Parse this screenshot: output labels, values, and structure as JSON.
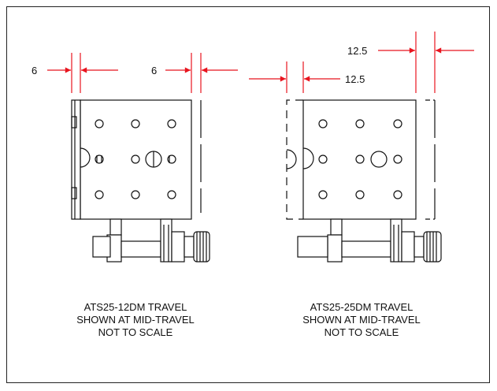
{
  "dimensions": {
    "left_stage_left_gap": "6",
    "left_stage_right_gap": "6",
    "right_stage_top": "12.5",
    "right_stage_bottom": "12.5"
  },
  "captions": {
    "left": [
      "ATS25-12DM TRAVEL",
      "SHOWN AT MID-TRAVEL",
      "NOT TO SCALE"
    ],
    "right": [
      "ATS25-25DM TRAVEL",
      "SHOWN AT MID-TRAVEL",
      "NOT TO SCALE"
    ]
  },
  "colors": {
    "dimension_line": "#e8141e",
    "outline": "#111111"
  }
}
